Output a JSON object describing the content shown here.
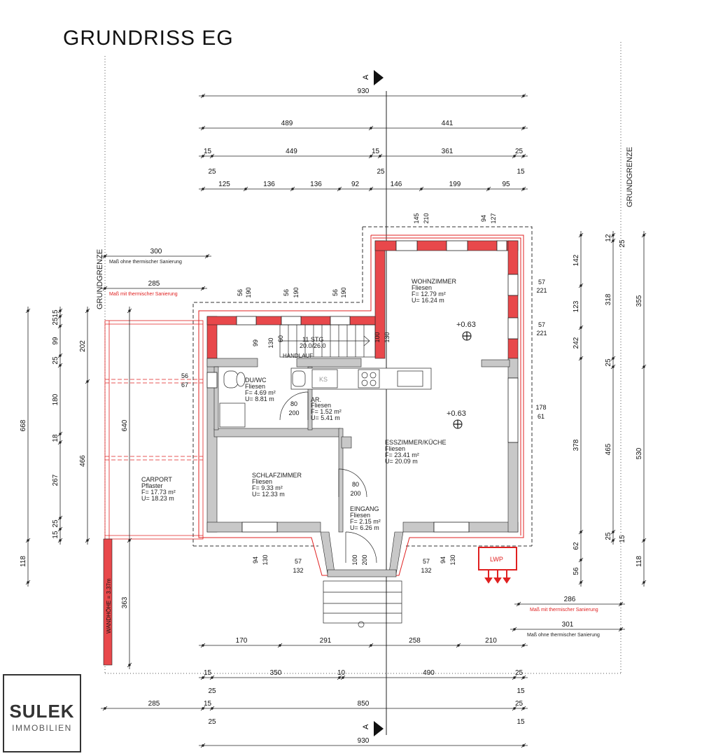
{
  "title": "GRUNDRISS EG",
  "logo": {
    "brand": "SULEK",
    "sub": "IMMOBILIEN"
  },
  "colors": {
    "wall": "#c8c8c8",
    "insulation": "#e8484b",
    "line": "#222222",
    "red_line": "#e02020"
  },
  "section_marker": "A",
  "grenze": "GRUNDGRENZE",
  "rooms": [
    {
      "name": "WOHNZIMMER",
      "floor": "Fliesen",
      "area": "F= 12.79 m²",
      "perimeter": "U= 16.24 m"
    },
    {
      "name": "ESSZIMMER/KÜCHE",
      "floor": "Fliesen",
      "area": "F= 23.41 m²",
      "perimeter": "U= 20.09 m"
    },
    {
      "name": "DU/WC",
      "floor": "Fliesen",
      "area": "F= 4.69 m²",
      "perimeter": "U= 8.81 m"
    },
    {
      "name": "AR.",
      "floor": "Fliesen",
      "area": "F= 1.52 m²",
      "perimeter": "U= 5.41 m"
    },
    {
      "name": "SCHLAFZIMMER",
      "floor": "Fliesen",
      "area": "F= 9.33 m²",
      "perimeter": "U= 12.33 m"
    },
    {
      "name": "EINGANG",
      "floor": "Fliesen",
      "area": "F= 2.15 m²",
      "perimeter": "U= 6.26 m"
    },
    {
      "name": "CARPORT",
      "floor": "Pflaster",
      "area": "F= 17.73 m²",
      "perimeter": "U= 18.23 m"
    }
  ],
  "levels": [
    "+0.63",
    "+0.63"
  ],
  "stairs": {
    "label": "11 STG",
    "dims": "20.0/26.0",
    "handrail": "HANDLAUF"
  },
  "appliances": {
    "fridge": "KS",
    "heat_pump": "LWP"
  },
  "wall_label": "WANDHÖHE = 3.37m",
  "notes": {
    "without": "Maß ohne thermischer Sanierung",
    "with": "Maß mit thermischer Sanierung"
  },
  "top_dims": {
    "overall": "930",
    "split": [
      "489",
      "441"
    ],
    "inner": [
      "15",
      "449",
      "15",
      "361",
      "25"
    ],
    "inner_below": [
      "25",
      "25",
      "15"
    ],
    "openings": [
      "125",
      "136",
      "136",
      "92",
      "146",
      "199",
      "95"
    ]
  },
  "bottom_dims": {
    "row1": [
      "170",
      "291",
      "258",
      "210"
    ],
    "row2": [
      "15",
      "350",
      "10",
      "490",
      "25"
    ],
    "row2_below": [
      "25",
      "15"
    ],
    "row3": [
      "285",
      "15",
      "850",
      "25"
    ],
    "row3_below": [
      "25",
      "15"
    ],
    "overall": "930"
  },
  "left_dims": {
    "top_300": "300",
    "top_285": "285",
    "col_a": [
      "668",
      "118"
    ],
    "col_b": [
      "15",
      "25",
      "99",
      "25",
      "180",
      "18",
      "267",
      "25",
      "15"
    ],
    "col_c": [
      "202",
      "466"
    ],
    "col_d": [
      "640",
      "363"
    ]
  },
  "right_dims": {
    "col_a": [
      "142",
      "123",
      "242",
      "378",
      "62",
      "56"
    ],
    "col_b": [
      "12",
      "318",
      "25",
      "465",
      "25"
    ],
    "col_b_extra": [
      "25",
      "15"
    ],
    "col_c": [
      "355",
      "530",
      "118"
    ],
    "bottom_286": "286",
    "bottom_301": "301"
  },
  "window_labels": [
    "145",
    "210",
    "94",
    "127",
    "56",
    "190",
    "56",
    "190",
    "56",
    "190",
    "57",
    "221",
    "57",
    "221",
    "56",
    "67",
    "178",
    "61",
    "80",
    "200",
    "80",
    "200",
    "100",
    "130",
    "99",
    "130",
    "60",
    "100",
    "200",
    "94",
    "130",
    "57",
    "132",
    "57",
    "132",
    "94",
    "130"
  ]
}
